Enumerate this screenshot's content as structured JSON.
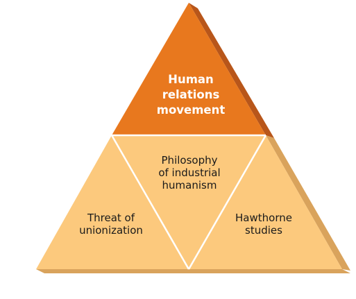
{
  "pyramid": {
    "apex": {
      "label": "Human\nrelations\nmovement",
      "fill": "#e8781e"
    },
    "base_center": {
      "label": "Philosophy\nof industrial\nhumanism",
      "fill": "#fcc97d"
    },
    "base_left": {
      "label": "Threat of\nunionization",
      "fill": "#fcc97d"
    },
    "base_right": {
      "label": "Hawthorne\nstudies",
      "fill": "#fcc97d"
    },
    "side_fill": "#d9a35c",
    "apex_side_fill": "#b8561a",
    "divider_color": "#ffffff"
  }
}
